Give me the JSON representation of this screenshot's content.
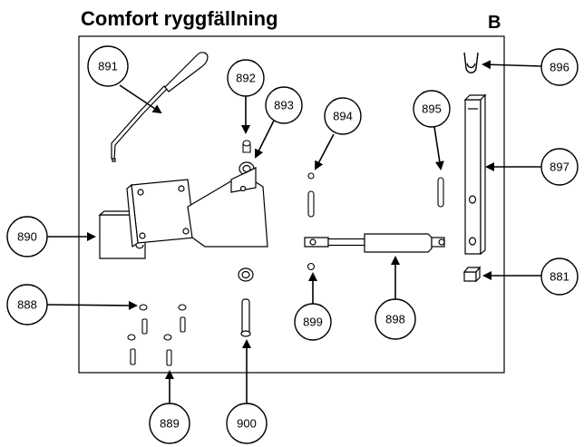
{
  "title": "Comfort ryggfällning",
  "section_letter": "B",
  "callouts": {
    "c891": "891",
    "c892": "892",
    "c893": "893",
    "c894": "894",
    "c895": "895",
    "c896": "896",
    "c897": "897",
    "c890": "890",
    "c881": "881",
    "c888": "888",
    "c899": "899",
    "c898": "898",
    "c889": "889",
    "c900": "900"
  }
}
